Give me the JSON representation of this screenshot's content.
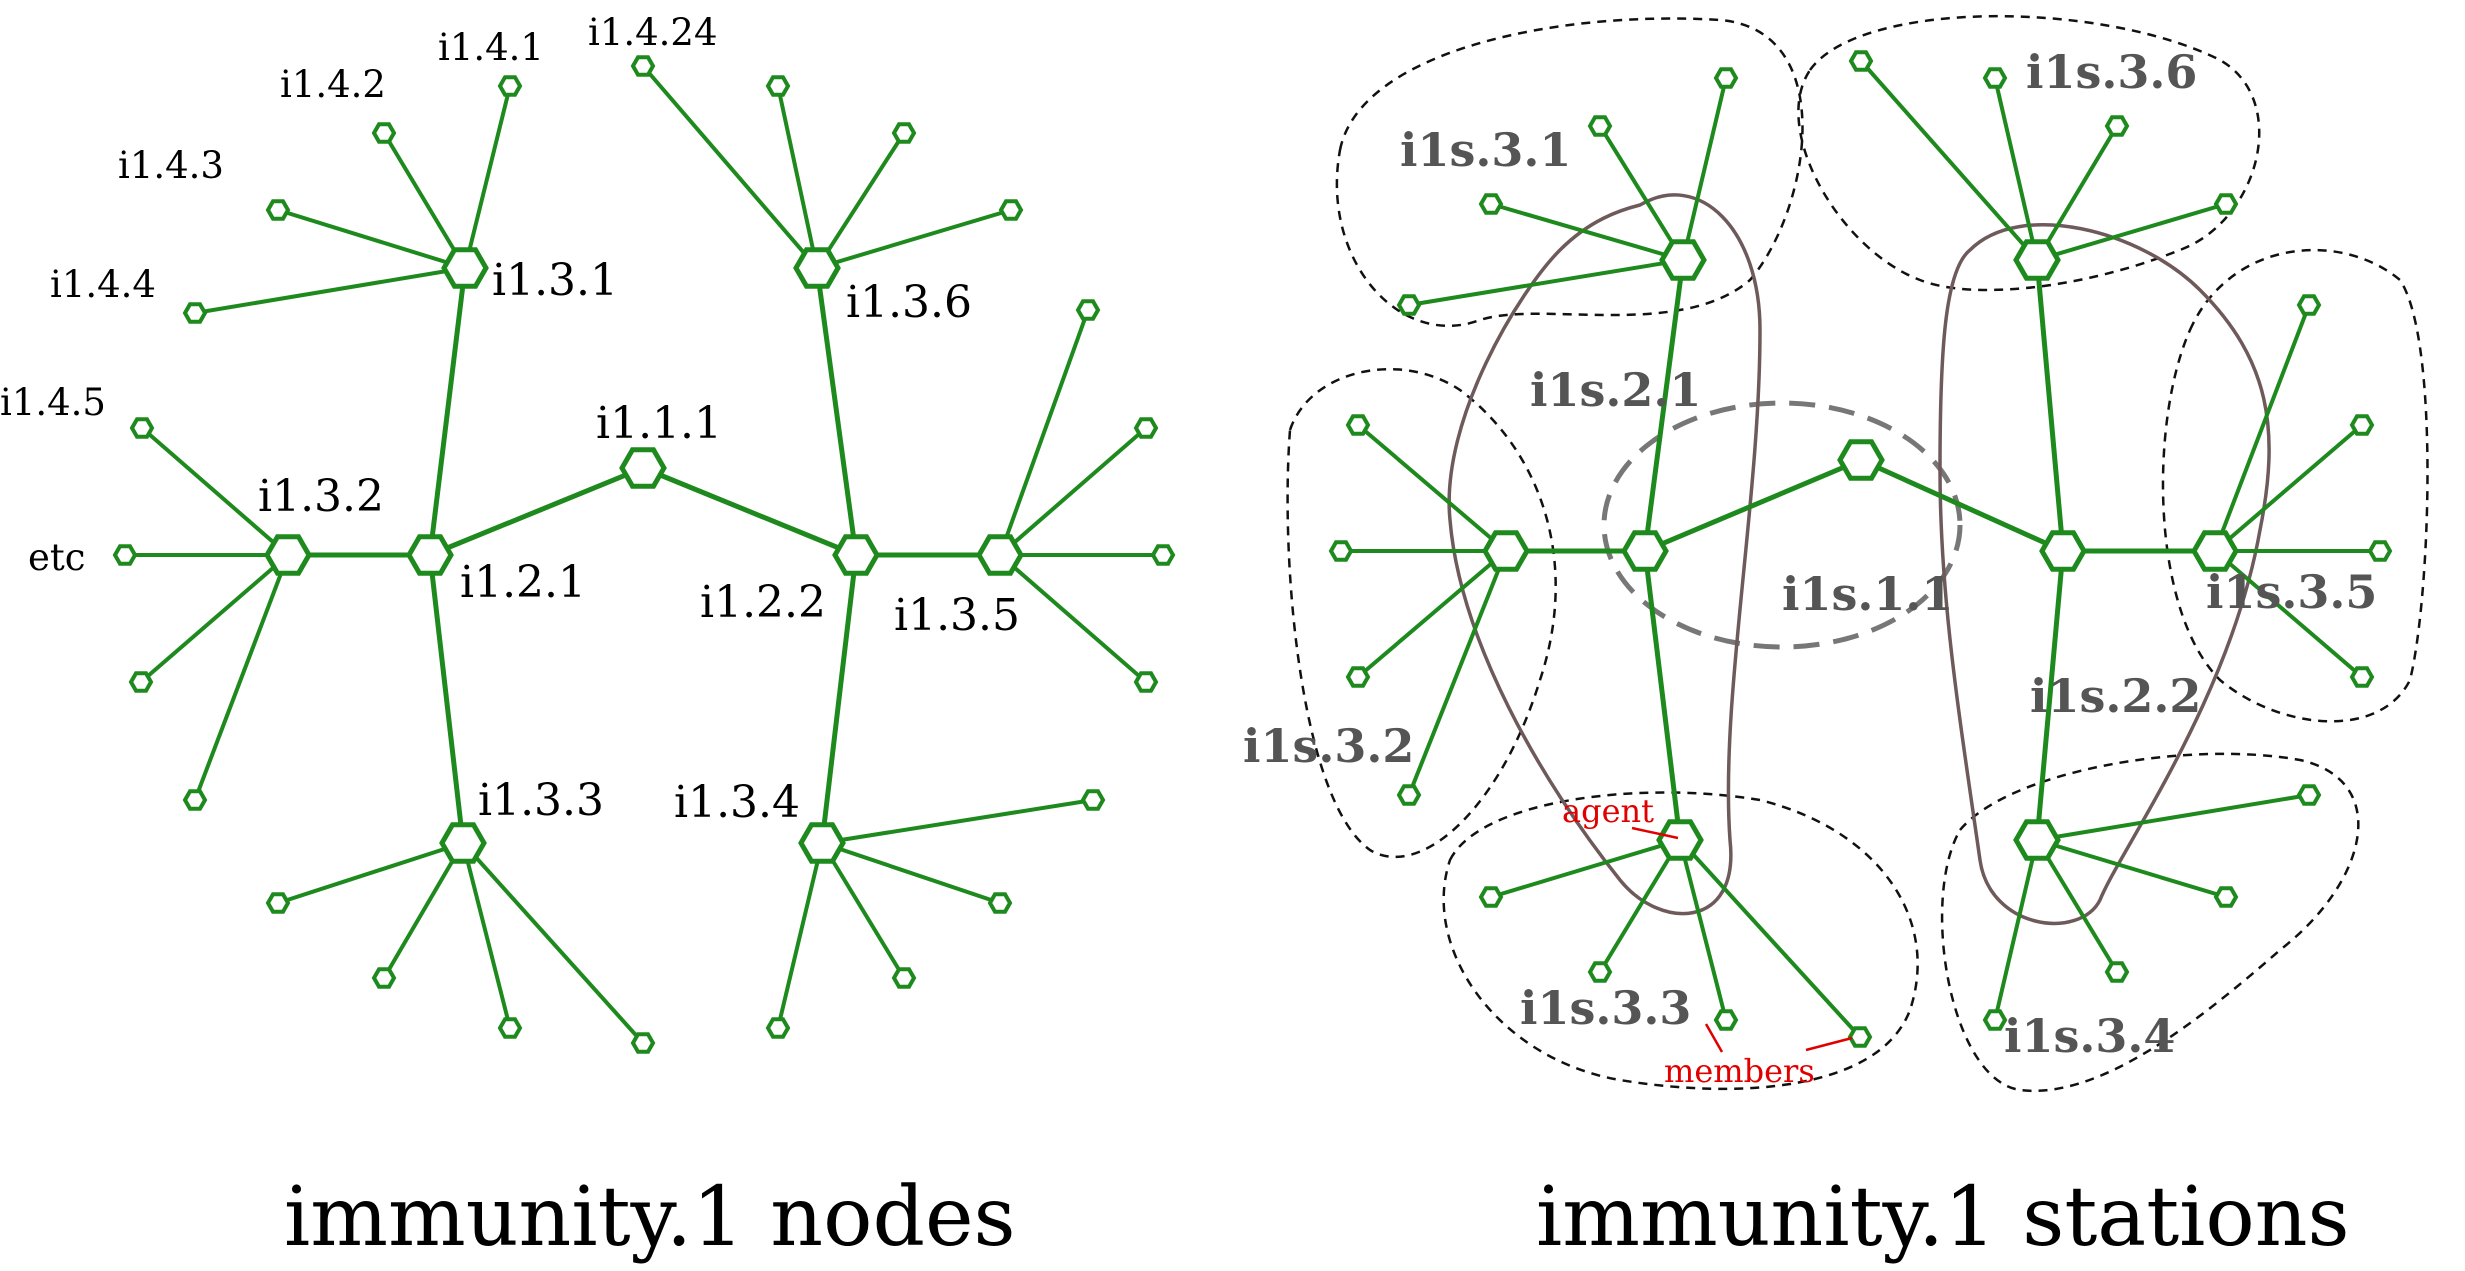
{
  "colors": {
    "edge": "#1e8a1e",
    "station_outline": "#111111",
    "central_station": "#777777",
    "agent_path": "#6e5a5a",
    "annotation": "#e00000",
    "station_label": "#555555"
  },
  "left": {
    "caption": "immunity.1 nodes",
    "labels": {
      "n111": "i1.1.1",
      "n121": "i1.2.1",
      "n122": "i1.2.2",
      "n131": "i1.3.1",
      "n132": "i1.3.2",
      "n133": "i1.3.3",
      "n134": "i1.3.4",
      "n135": "i1.3.5",
      "n136": "i1.3.6",
      "l141": "i1.4.1",
      "l142": "i1.4.2",
      "l143": "i1.4.3",
      "l144": "i1.4.4",
      "l145": "i1.4.5",
      "l1424": "i1.4.24",
      "etc": "etc"
    }
  },
  "right": {
    "caption": "immunity.1 stations",
    "labels": {
      "s11": "i1s.1.1",
      "s21": "i1s.2.1",
      "s22": "i1s.2.2",
      "s31": "i1s.3.1",
      "s32": "i1s.3.2",
      "s33": "i1s.3.3",
      "s34": "i1s.3.4",
      "s35": "i1s.3.5",
      "s36": "i1s.3.6"
    },
    "annotations": {
      "agent": "agent",
      "members": "members"
    }
  }
}
